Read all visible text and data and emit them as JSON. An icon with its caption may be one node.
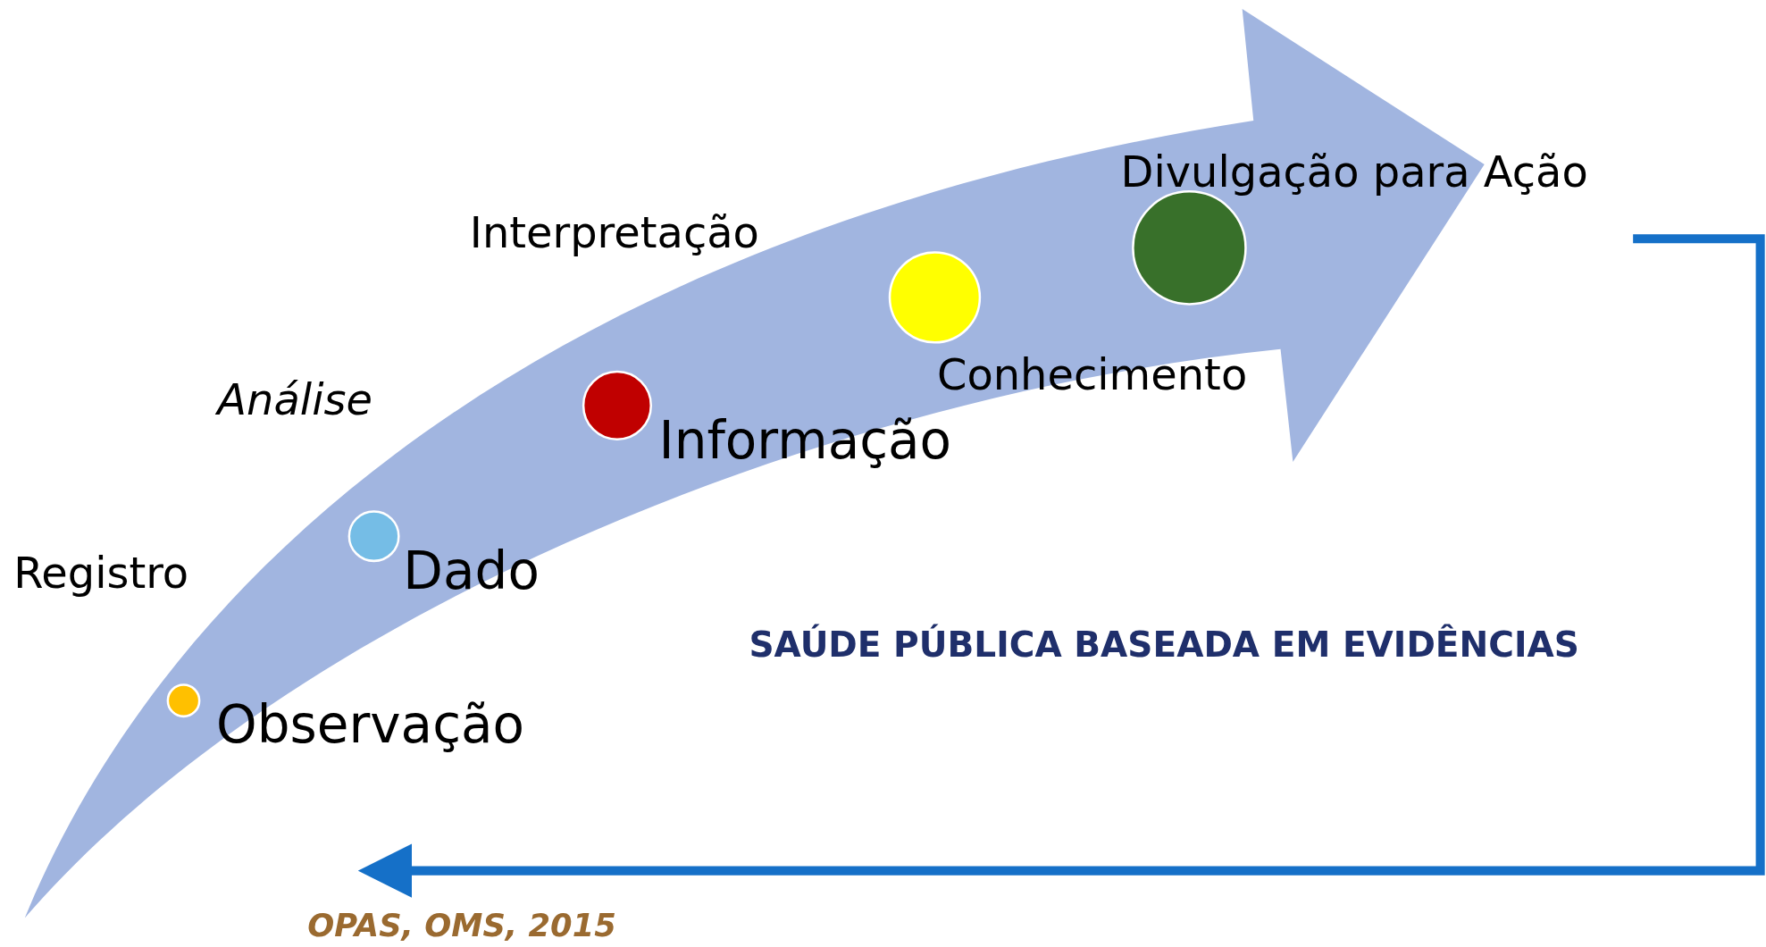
{
  "diagram": {
    "title": "SAÚDE PÚBLICA BASEADA EM EVIDÊNCIAS",
    "caption": "OPAS, OMS, 2015",
    "nodes": [
      {
        "text": [],
        "shape": "circle",
        "beside": [
          "Observação"
        ]
      },
      {
        "text": [],
        "shape": "circle",
        "beside": [
          "Dado"
        ]
      },
      {
        "text": [],
        "shape": "circle",
        "beside": [
          "Informação"
        ]
      },
      {
        "text": [],
        "shape": "circle",
        "beside": [
          "Conhecimento"
        ]
      },
      {
        "text": [],
        "shape": "circle",
        "beside": [
          "Divulgação para Ação"
        ]
      }
    ],
    "labels": [
      "Interpretação",
      "Análise",
      "Registro"
    ]
  }
}
